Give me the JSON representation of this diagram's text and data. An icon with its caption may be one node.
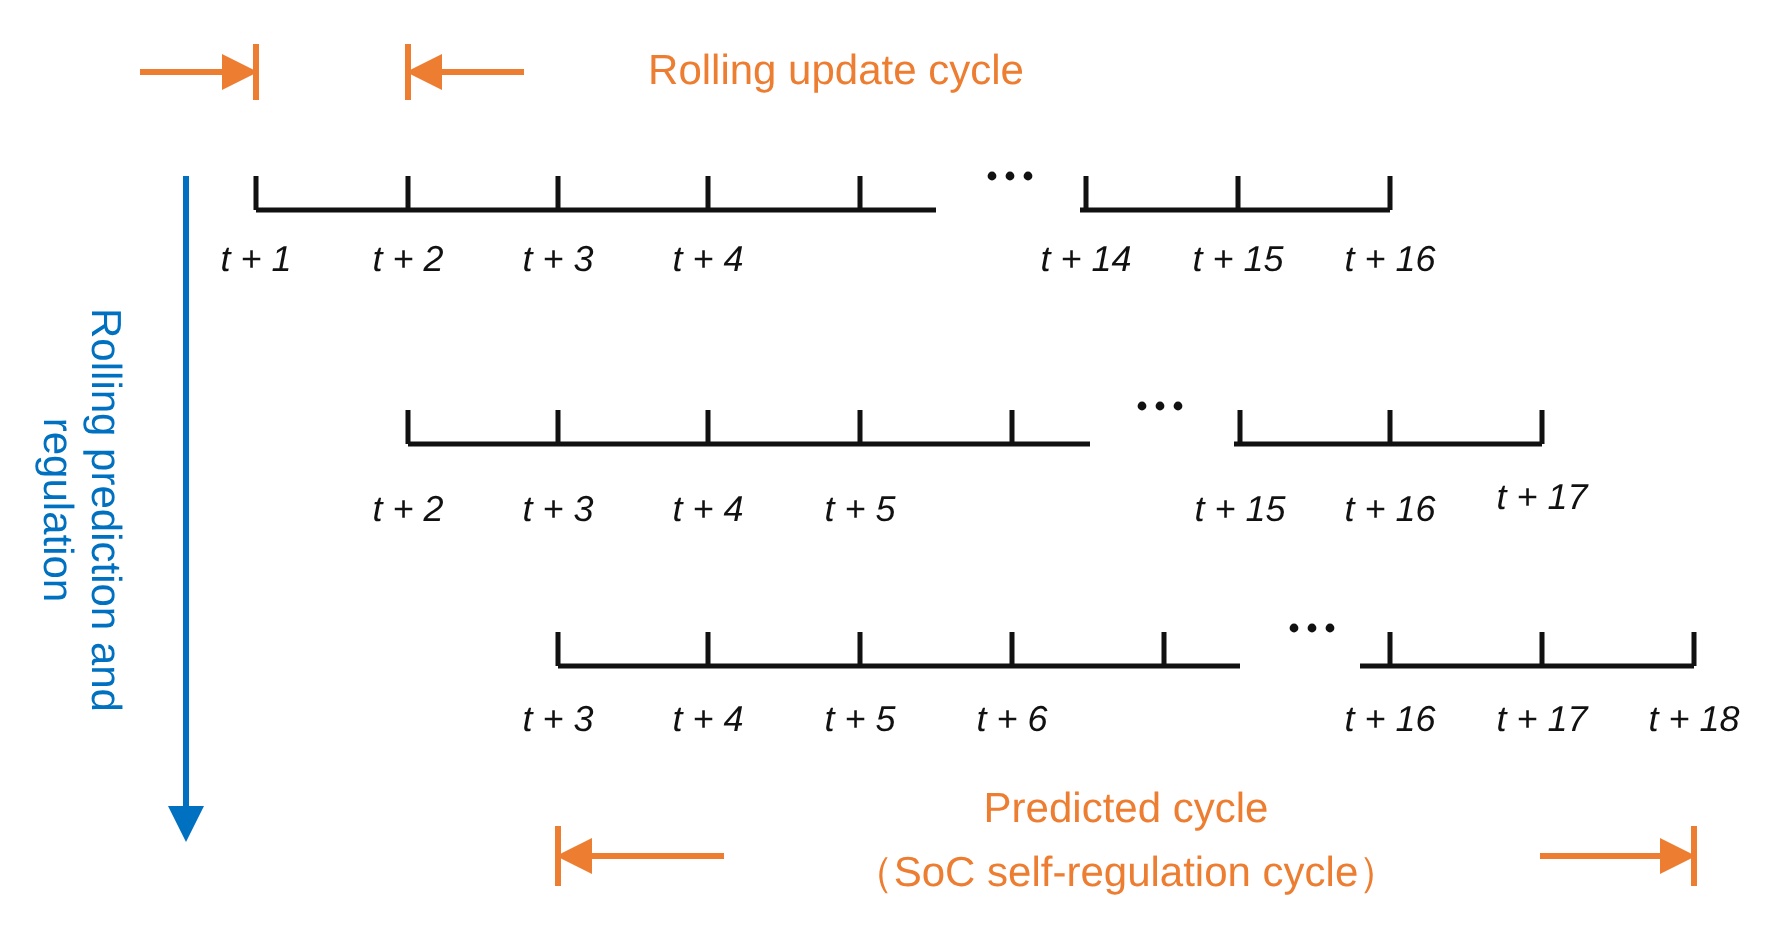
{
  "diagram": {
    "labels": [
      "Rolling update cycle",
      "Rolling prediction and regulation",
      "t + 1",
      "t + 2",
      "t + 3",
      "t + 4",
      "t + 14",
      "t + 15",
      "t + 16",
      "t + 2",
      "t + 3",
      "t + 4",
      "t + 5",
      "t + 15",
      "t + 16",
      "t + 17",
      "t + 3",
      "t + 4",
      "t + 5",
      "t + 6",
      "t + 16",
      "t + 17",
      "t + 18",
      "Predicted cycle",
      "（SoC self-regulation cycle）"
    ]
  }
}
